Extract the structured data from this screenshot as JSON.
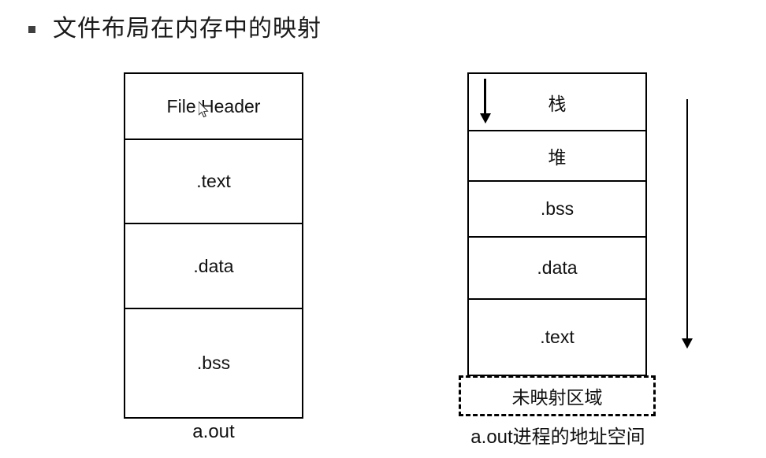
{
  "title": {
    "bullet": "square-bullet",
    "text": "文件布局在内存中的映射"
  },
  "file_layout": {
    "caption": "a.out",
    "blocks": [
      {
        "label": "File Header"
      },
      {
        "label": ".text"
      },
      {
        "label": ".data"
      },
      {
        "label": ".bss"
      }
    ]
  },
  "memory_layout": {
    "caption": "a.out进程的地址空间",
    "blocks": [
      {
        "label": "栈"
      },
      {
        "label": "堆"
      },
      {
        "label": ".bss"
      },
      {
        "label": ".data"
      },
      {
        "label": ".text"
      }
    ],
    "unmapped_label": "未映射区域"
  },
  "annotations": {
    "stack_growth_arrow": "down-arrow-icon",
    "address_direction_arrow": "down-arrow-icon"
  },
  "cursor": {
    "icon": "mouse-pointer-icon"
  },
  "colors": {
    "stroke": "#000000",
    "text": "#111111",
    "bullet": "#3f3f3f",
    "background": "#ffffff"
  }
}
